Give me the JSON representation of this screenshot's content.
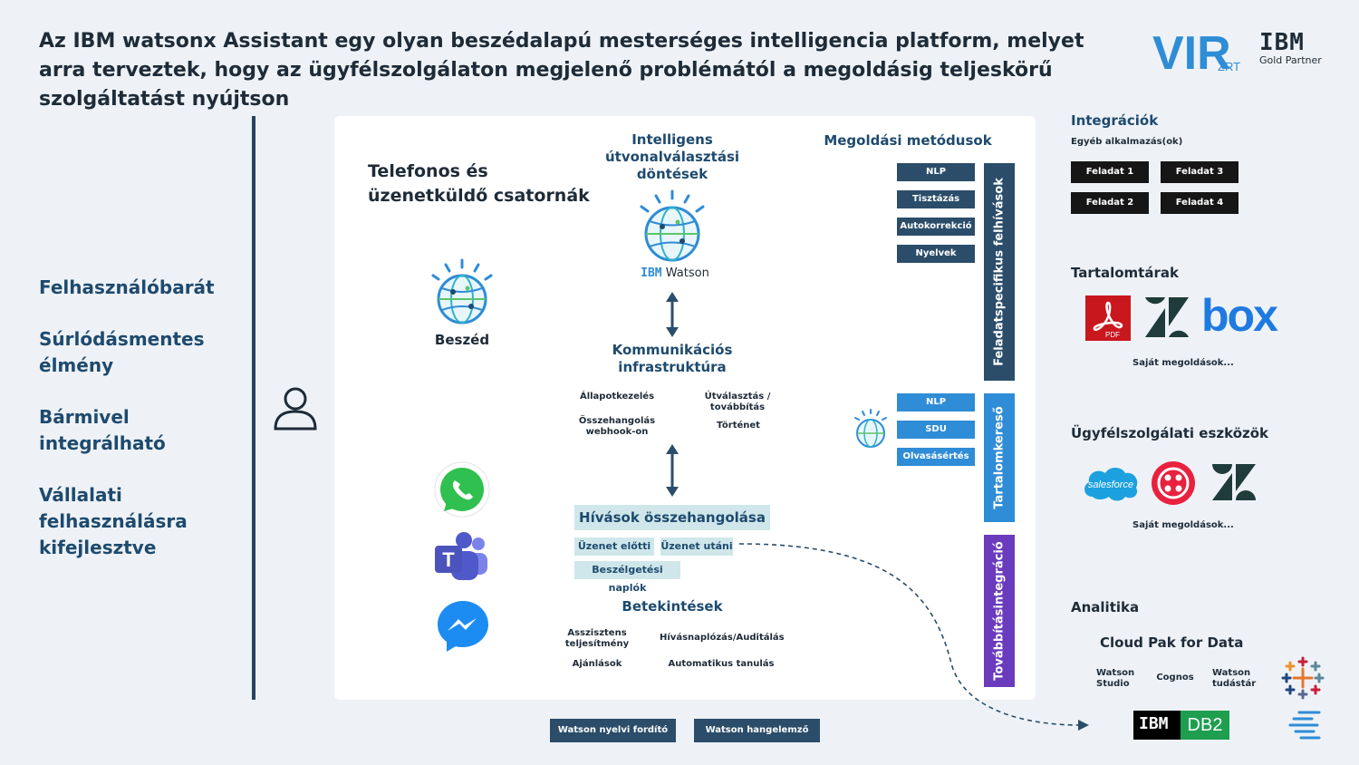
{
  "headline": "Az IBM watsonx Assistant egy olyan beszédalapú mesterséges intelligencia platform, melyet arra terveztek, hogy az ügyfélszolgálaton megjelenő problémától a megoldásig teljeskörű szolgáltatást nyújtson",
  "logos": {
    "vir": "VIR",
    "vir_suffix": "ZRT",
    "ibm": "IBM",
    "ibm_sub": "Gold Partner"
  },
  "features": [
    "Felhasználóbarát",
    "Súrlódásmentes élmény",
    "Bármivel integrálható",
    "Vállalati felhasználásra kifejlesztve"
  ],
  "channels": {
    "title": "Telefonos és üzenetküldő csatornák",
    "speech_label": "Beszéd"
  },
  "routing": {
    "title": "Intelligens útvonalválasztási döntések",
    "watson_label": "IBM Watson",
    "watson_ibm": "IBM",
    "watson_name": "Watson"
  },
  "comm": {
    "title": "Kommunikációs infrastruktúra",
    "items": [
      "Állapotkezelés",
      "Útválasztás / továbbítás",
      "Összehangolás webhook-on",
      "Történet"
    ]
  },
  "calls": {
    "title": "Hívások összehangolása",
    "tags": [
      "Üzenet előtti",
      "Üzenet utáni",
      "Beszélgetési naplók"
    ]
  },
  "insights": {
    "title": "Betekintések",
    "items": [
      "Asszisztens teljesítmény",
      "Hívásnaplózás/Auditálás",
      "Ajánlások",
      "Automatikus tanulás"
    ]
  },
  "methods": {
    "title": "Megoldási metódusok",
    "task_pills": [
      "NLP",
      "Tisztázás",
      "Autokorrekció",
      "Nyelvek"
    ],
    "task_bar": "Feladatspecifikus felhívások",
    "search_pills": [
      "NLP",
      "SDU",
      "Olvasásértés"
    ],
    "search_bar": "Tartalomkereső",
    "forward_bar": "Továbbításintegráció"
  },
  "bottom_buttons": [
    "Watson nyelvi fordító",
    "Watson hangelemző"
  ],
  "integrations": {
    "title": "Integrációk",
    "subtitle": "Egyéb alkalmazás(ok)",
    "tasks": [
      "Feladat 1",
      "Feladat 3",
      "Feladat 2",
      "Feladat 4"
    ]
  },
  "repos": {
    "title": "Tartalomtárak",
    "pdf_label": "PDF",
    "box_label": "box",
    "own": "Saját megoldások..."
  },
  "service": {
    "title": "Ügyfélszolgálati eszközök",
    "sf_label": "salesforce",
    "own": "Saját megoldások..."
  },
  "analytics": {
    "title": "Analitika",
    "cloudpak": "Cloud Pak for Data",
    "items": [
      "Watson Studio",
      "Cognos",
      "Watson tudástár"
    ],
    "db2_ibm": "IBM",
    "db2": "DB2"
  },
  "colors": {
    "navy": "#2b4d6a",
    "blue": "#2f8cd6",
    "purple": "#6a3bbd",
    "teal_tag": "#cfe7ea"
  }
}
